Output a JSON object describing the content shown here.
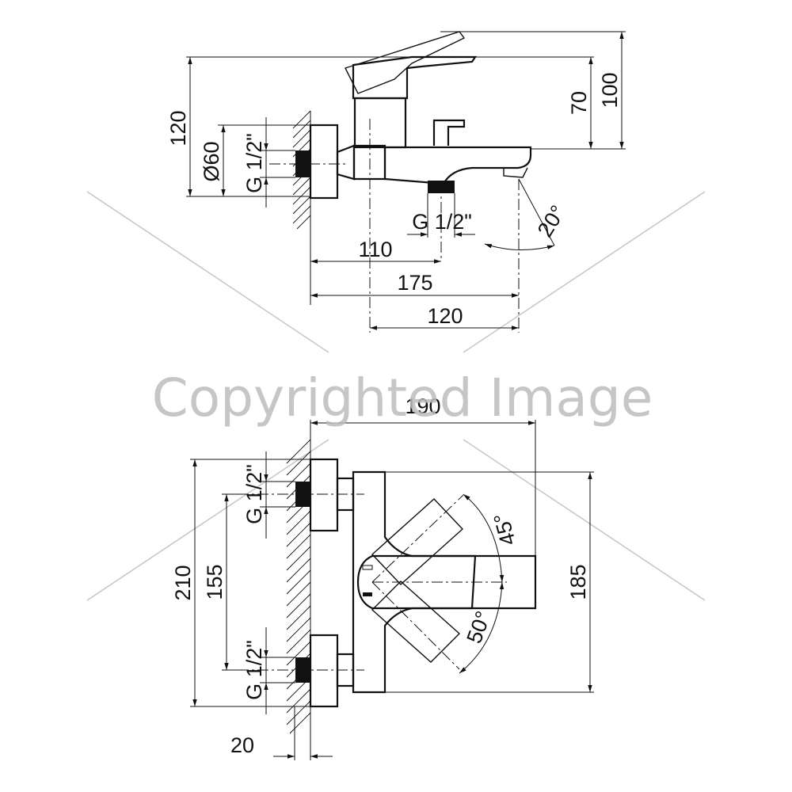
{
  "watermark": "Copyrighted Image",
  "side_view": {
    "dims": {
      "height_120": "120",
      "diameter_60": "Ø60",
      "thread_left": "G 1/2\"",
      "handle_70": "70",
      "handle_100": "100",
      "thread_bottom": "G 1/2\"",
      "spout_angle": "20°",
      "len_110": "110",
      "len_175": "175",
      "len_120": "120"
    }
  },
  "front_view": {
    "dims": {
      "width_190": "190",
      "thread_top": "G 1/2\"",
      "thread_bottom": "G 1/2\"",
      "height_210": "210",
      "center_155": "155",
      "height_185": "185",
      "angle_45": "45°",
      "angle_50": "50°",
      "depth_20": "20"
    }
  }
}
